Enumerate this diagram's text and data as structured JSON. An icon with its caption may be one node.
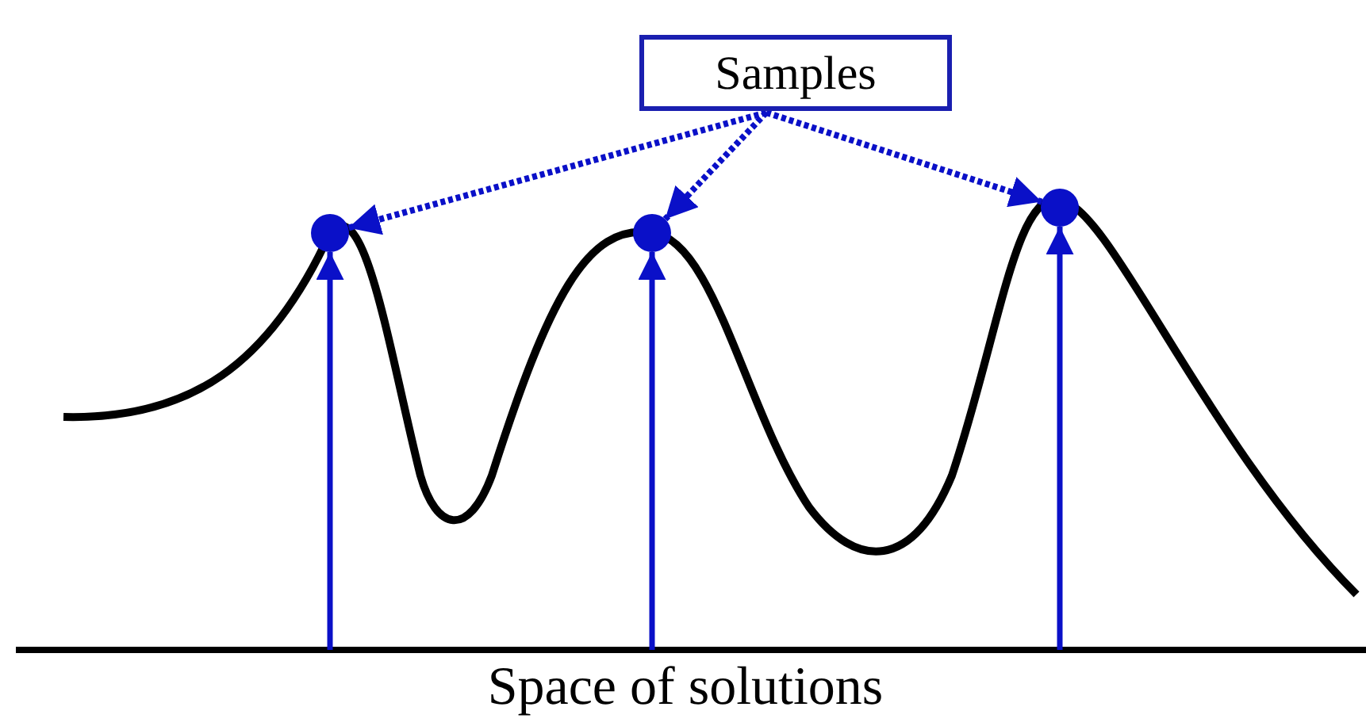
{
  "diagram": {
    "nodes": [
      {
        "text": [
          "Samples"
        ]
      },
      {
        "text": [],
        "shape": "circle"
      },
      {
        "text": [],
        "shape": "circle"
      },
      {
        "text": [],
        "shape": "circle"
      }
    ],
    "edges": [
      {
        "from": 0,
        "to": 1,
        "arrow": "to",
        "style": "dashed"
      },
      {
        "from": 0,
        "to": 2,
        "arrow": "to",
        "style": "dashed"
      },
      {
        "from": 0,
        "to": 3,
        "arrow": "to",
        "style": "dashed"
      },
      {
        "from": null,
        "to": 1,
        "arrow": "to"
      },
      {
        "from": null,
        "to": 2,
        "arrow": "to"
      },
      {
        "from": null,
        "to": 3,
        "arrow": "to"
      }
    ],
    "labels": [
      "Space of solutions"
    ]
  }
}
